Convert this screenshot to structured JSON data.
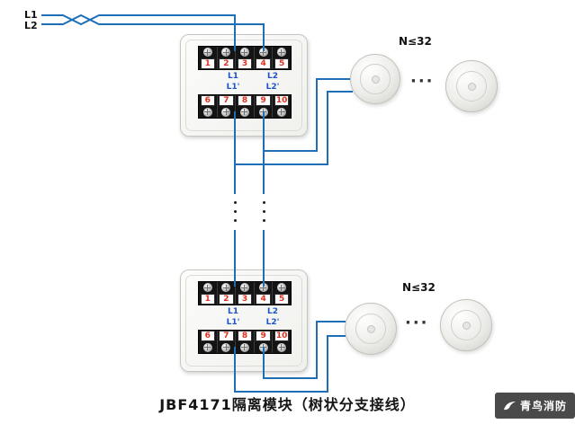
{
  "feed_labels": {
    "l1": "L1",
    "l2": "L2"
  },
  "module": {
    "top_terminals": [
      "1",
      "2",
      "3",
      "4",
      "5"
    ],
    "bottom_terminals": [
      "6",
      "7",
      "8",
      "9",
      "10"
    ],
    "terminal_labels": {
      "l1": "L1",
      "l2": "L2",
      "l1_prime": "L1'",
      "l2_prime": "L2'"
    }
  },
  "detector_groups": {
    "count_label": "N≤32",
    "ellipsis": "···"
  },
  "caption": "JBF4171隔离模块（树状分支接线）",
  "watermark": {
    "text": "青鸟消防"
  },
  "colors": {
    "wire_blue": "#1e6fb8",
    "terminal_number_red": "#e0301e",
    "terminal_label_blue": "#1b54c9",
    "watermark_background": "#4a4a4a"
  }
}
